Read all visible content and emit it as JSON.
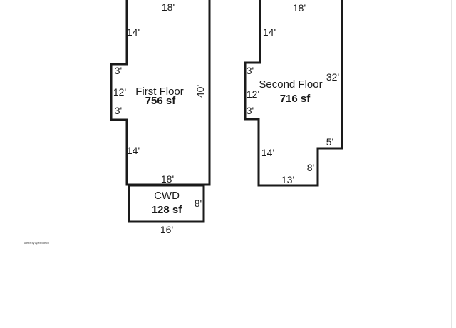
{
  "first_floor": {
    "title": "First Floor",
    "area": "756 sf",
    "dimensions": {
      "top": "18'",
      "upper_left": "14'",
      "notch_upper": "3'",
      "notch_side": "12'",
      "notch_lower": "3'",
      "lower_left": "14'",
      "right": "40'",
      "bottom": "18'"
    }
  },
  "cwd": {
    "title": "CWD",
    "area": "128 sf",
    "dimensions": {
      "right": "8'",
      "bottom": "16'"
    }
  },
  "second_floor": {
    "title": "Second Floor",
    "area": "716 sf",
    "dimensions": {
      "top": "18'",
      "upper_left": "14'",
      "notch_upper": "3'",
      "notch_side": "12'",
      "notch_lower": "3'",
      "lower_left": "14'",
      "right": "32'",
      "step": "5'",
      "lower_right": "8'",
      "bottom": "13'"
    }
  },
  "credit": "Sketch by Apex Sketch"
}
